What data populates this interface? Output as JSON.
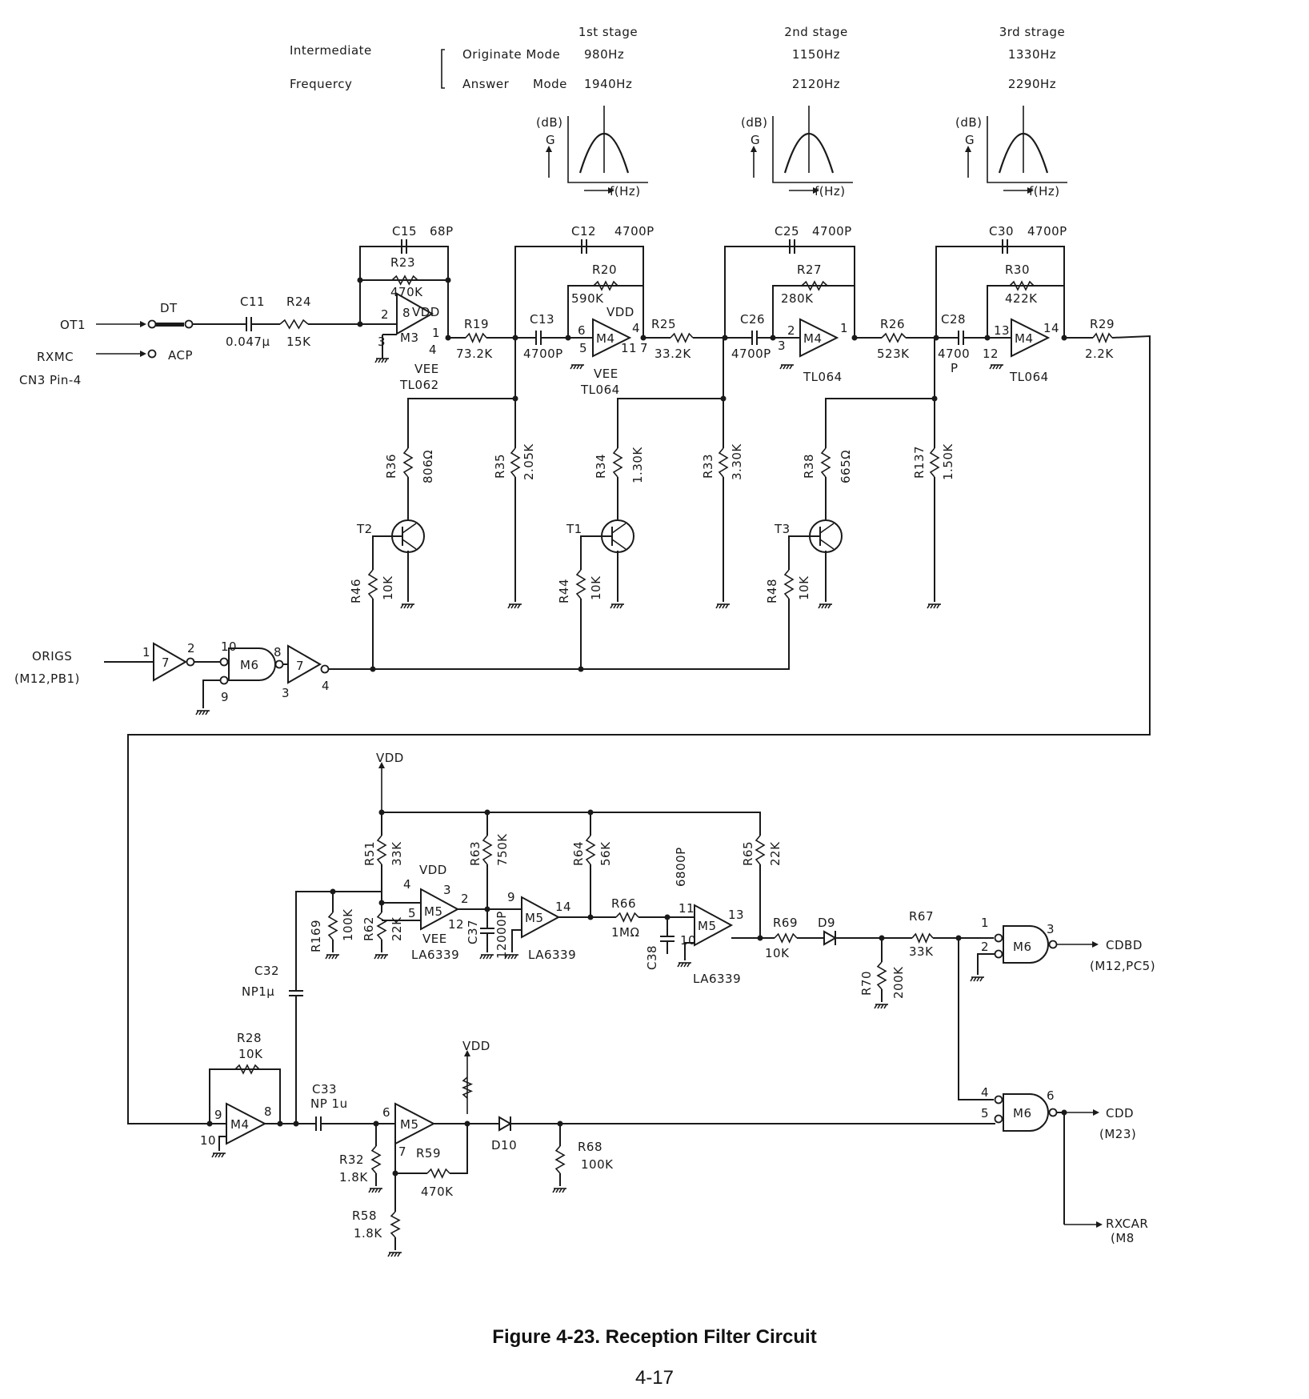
{
  "header": {
    "if_label_1": "Intermediate",
    "if_label_2": "Frequercy",
    "originate_label": "Originate Mode",
    "answer_label": "Answer",
    "answer_mode": "Mode",
    "stage1": "1st stage",
    "stage2": "2nd stage",
    "stage3": "3rd strage",
    "orig_f1": "980Hz",
    "ans_f1": "1940Hz",
    "orig_f2": "1150Hz",
    "ans_f2": "2120Hz",
    "orig_f3": "1330Hz",
    "ans_f3": "2290Hz"
  },
  "response_plot": {
    "y_unit": "(dB)",
    "y_label": "G",
    "x_label": "f(Hz)"
  },
  "signals": {
    "ot1": "OT1",
    "rxmc": "RXMC",
    "cn3": "CN3 Pin-4",
    "dt": "DT",
    "acp": "ACP",
    "origs": "ORIGS",
    "origs_src": "(M12,PB1)",
    "cdbd": "CDBD",
    "cdbd_dst": "(M12,PC5)",
    "cdd": "CDD",
    "cdd_dst": "(M23)",
    "rxcar": "RXCAR",
    "rxcar_dst": "(M8",
    "vdd": "VDD",
    "vee": "VEE"
  },
  "labels": [
    {
      "id": "c11",
      "t": "C11"
    },
    {
      "id": "c11v",
      "t": "0.047μ"
    },
    {
      "id": "r24",
      "t": "R24"
    },
    {
      "id": "r24v",
      "t": "15K"
    },
    {
      "id": "c15",
      "t": "C15"
    },
    {
      "id": "c15v",
      "t": "68P"
    },
    {
      "id": "r23",
      "t": "R23"
    },
    {
      "id": "r23v",
      "t": "470K"
    },
    {
      "id": "m3",
      "t": "M3"
    },
    {
      "id": "tl062",
      "t": "TL062"
    },
    {
      "id": "r19",
      "t": "R19"
    },
    {
      "id": "r19v",
      "t": "73.2K"
    },
    {
      "id": "c13",
      "t": "C13"
    },
    {
      "id": "c13v",
      "t": "4700P"
    },
    {
      "id": "c12",
      "t": "C12"
    },
    {
      "id": "c12v",
      "t": "4700P"
    },
    {
      "id": "r20",
      "t": "R20"
    },
    {
      "id": "r20v",
      "t": "590K"
    },
    {
      "id": "m4a",
      "t": "M4"
    },
    {
      "id": "tl064a",
      "t": "TL064"
    },
    {
      "id": "r25",
      "t": "R25"
    },
    {
      "id": "r25v",
      "t": "33.2K"
    },
    {
      "id": "c26",
      "t": "C26"
    },
    {
      "id": "c26v",
      "t": "4700P"
    },
    {
      "id": "c25",
      "t": "C25"
    },
    {
      "id": "c25v",
      "t": "4700P"
    },
    {
      "id": "r27",
      "t": "R27"
    },
    {
      "id": "r27v",
      "t": "280K"
    },
    {
      "id": "m4b",
      "t": "M4"
    },
    {
      "id": "tl064b",
      "t": "TL064"
    },
    {
      "id": "r26",
      "t": "R26"
    },
    {
      "id": "r26v",
      "t": "523K"
    },
    {
      "id": "c28",
      "t": "C28"
    },
    {
      "id": "c28v",
      "t": "4700"
    },
    {
      "id": "c28p",
      "t": "P"
    },
    {
      "id": "c30",
      "t": "C30"
    },
    {
      "id": "c30v",
      "t": "4700P"
    },
    {
      "id": "r30",
      "t": "R30"
    },
    {
      "id": "r30v",
      "t": "422K"
    },
    {
      "id": "m4c",
      "t": "M4"
    },
    {
      "id": "tl064c",
      "t": "TL064"
    },
    {
      "id": "r29",
      "t": "R29"
    },
    {
      "id": "r29v",
      "t": "2.2K"
    },
    {
      "id": "r36",
      "t": "R36"
    },
    {
      "id": "r36v",
      "t": "806Ω"
    },
    {
      "id": "r35",
      "t": "R35"
    },
    {
      "id": "r35v",
      "t": "2.05K"
    },
    {
      "id": "r34",
      "t": "R34"
    },
    {
      "id": "r34v",
      "t": "1.30K"
    },
    {
      "id": "r33",
      "t": "R33"
    },
    {
      "id": "r33v",
      "t": "3.30K"
    },
    {
      "id": "r38",
      "t": "R38"
    },
    {
      "id": "r38v",
      "t": "665Ω"
    },
    {
      "id": "r137",
      "t": "R137"
    },
    {
      "id": "r137v",
      "t": "1.50K"
    },
    {
      "id": "t2",
      "t": "T2"
    },
    {
      "id": "t1",
      "t": "T1"
    },
    {
      "id": "t3",
      "t": "T3"
    },
    {
      "id": "r46",
      "t": "R46"
    },
    {
      "id": "r46v",
      "t": "10K"
    },
    {
      "id": "r44",
      "t": "R44"
    },
    {
      "id": "r44v",
      "t": "10K"
    },
    {
      "id": "r48",
      "t": "R48"
    },
    {
      "id": "r48v",
      "t": "10K"
    },
    {
      "id": "g7a",
      "t": "7"
    },
    {
      "id": "m6a",
      "t": "M6"
    },
    {
      "id": "g7b",
      "t": "7"
    },
    {
      "id": "r51",
      "t": "R51"
    },
    {
      "id": "r51v",
      "t": "33K"
    },
    {
      "id": "r63",
      "t": "R63"
    },
    {
      "id": "r63v",
      "t": "750K"
    },
    {
      "id": "r64",
      "t": "R64"
    },
    {
      "id": "r64v",
      "t": "56K"
    },
    {
      "id": "r65",
      "t": "R65"
    },
    {
      "id": "r65v",
      "t": "22K"
    },
    {
      "id": "r169",
      "t": "R169"
    },
    {
      "id": "r169v",
      "t": "100K"
    },
    {
      "id": "r62",
      "t": "R62"
    },
    {
      "id": "r62v",
      "t": "22K"
    },
    {
      "id": "m5a",
      "t": "M5"
    },
    {
      "id": "la1",
      "t": "LA6339"
    },
    {
      "id": "c37",
      "t": "C37"
    },
    {
      "id": "c37v",
      "t": "12000P"
    },
    {
      "id": "m5b",
      "t": "M5"
    },
    {
      "id": "la2",
      "t": "LA6339"
    },
    {
      "id": "r66",
      "t": "R66"
    },
    {
      "id": "r66v",
      "t": "1MΩ"
    },
    {
      "id": "c38",
      "t": "C38"
    },
    {
      "id": "c38v",
      "t": "6800P"
    },
    {
      "id": "m5c",
      "t": "M5"
    },
    {
      "id": "la3",
      "t": "LA6339"
    },
    {
      "id": "r69",
      "t": "R69"
    },
    {
      "id": "r69v",
      "t": "10K"
    },
    {
      "id": "d9",
      "t": "D9"
    },
    {
      "id": "r67",
      "t": "R67"
    },
    {
      "id": "r67v",
      "t": "33K"
    },
    {
      "id": "r70",
      "t": "R70"
    },
    {
      "id": "r70v",
      "t": "200K"
    },
    {
      "id": "m6b",
      "t": "M6"
    },
    {
      "id": "c32",
      "t": "C32"
    },
    {
      "id": "c32v",
      "t": "NP1μ"
    },
    {
      "id": "r28",
      "t": "R28"
    },
    {
      "id": "r28v",
      "t": "10K"
    },
    {
      "id": "m4d",
      "t": "M4"
    },
    {
      "id": "c33",
      "t": "C33"
    },
    {
      "id": "c33v",
      "t": "NP 1u"
    },
    {
      "id": "r32",
      "t": "R32"
    },
    {
      "id": "r32v",
      "t": "1.8K"
    },
    {
      "id": "m5d",
      "t": "M5"
    },
    {
      "id": "r59",
      "t": "R59"
    },
    {
      "id": "r59v",
      "t": "470K"
    },
    {
      "id": "r58",
      "t": "R58"
    },
    {
      "id": "r58v",
      "t": "1.8K"
    },
    {
      "id": "d10",
      "t": "D10"
    },
    {
      "id": "r68",
      "t": "R68"
    },
    {
      "id": "r68v",
      "t": "100K"
    },
    {
      "id": "m6c",
      "t": "M6"
    }
  ],
  "caption": "Figure 4-23.  Reception Filter Circuit",
  "page_number": "4-17"
}
